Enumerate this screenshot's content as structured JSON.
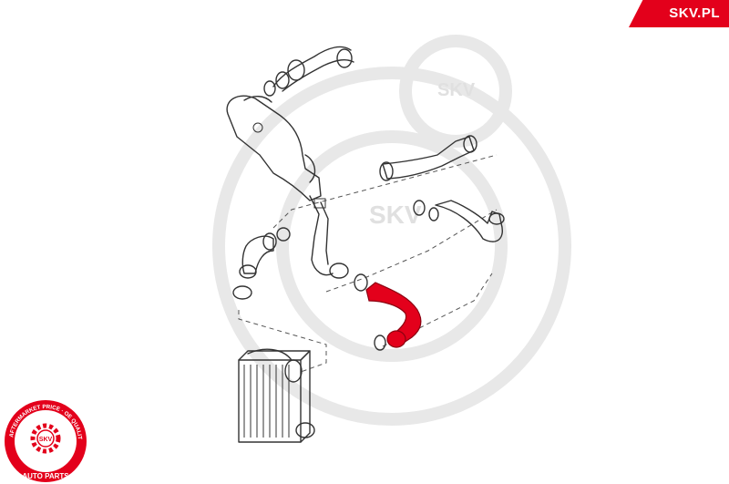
{
  "brand": {
    "label": "SKV.PL",
    "color": "#e3001b"
  },
  "watermark": {
    "text": "SKV",
    "color": "#e0e0e0"
  },
  "seal": {
    "arc_text": "AFTERMARKET PRICE · OE QUALITY",
    "center_text": "SKV",
    "bottom_text": "AUTO PARTS",
    "ring_color": "#e3001b"
  },
  "highlight_part": {
    "name": "intercooler-hose",
    "color": "#e3001b"
  }
}
